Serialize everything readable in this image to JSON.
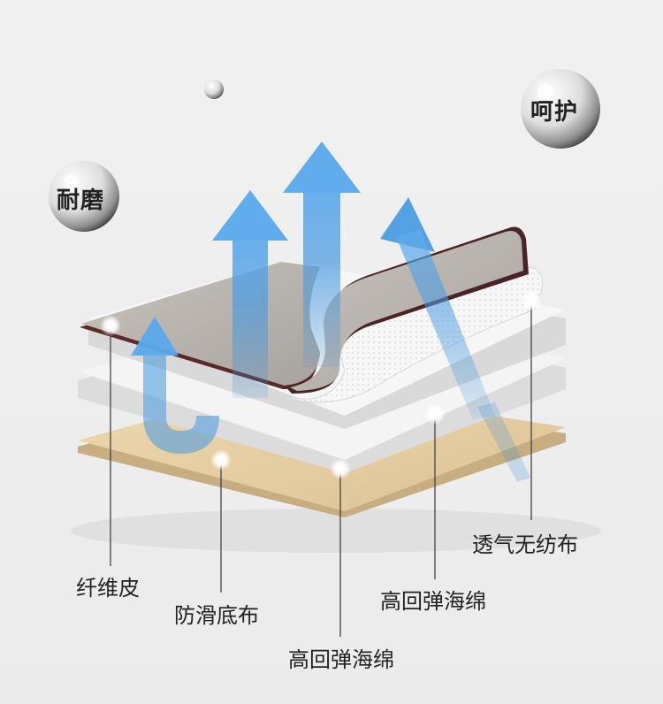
{
  "badges": {
    "wear": "耐磨",
    "care": "呵护"
  },
  "labels": {
    "fiber_leather": "纤维皮",
    "anti_slip": "防滑底布",
    "sponge_upper": "高回弹海绵",
    "sponge_lower": "高回弹海绵",
    "non_woven": "透气无纺布"
  },
  "colors": {
    "leather": "#b9b3ae",
    "base": "#e6cfa4",
    "arrow": "#3a8fd8",
    "foam": "#f3f3f3"
  }
}
